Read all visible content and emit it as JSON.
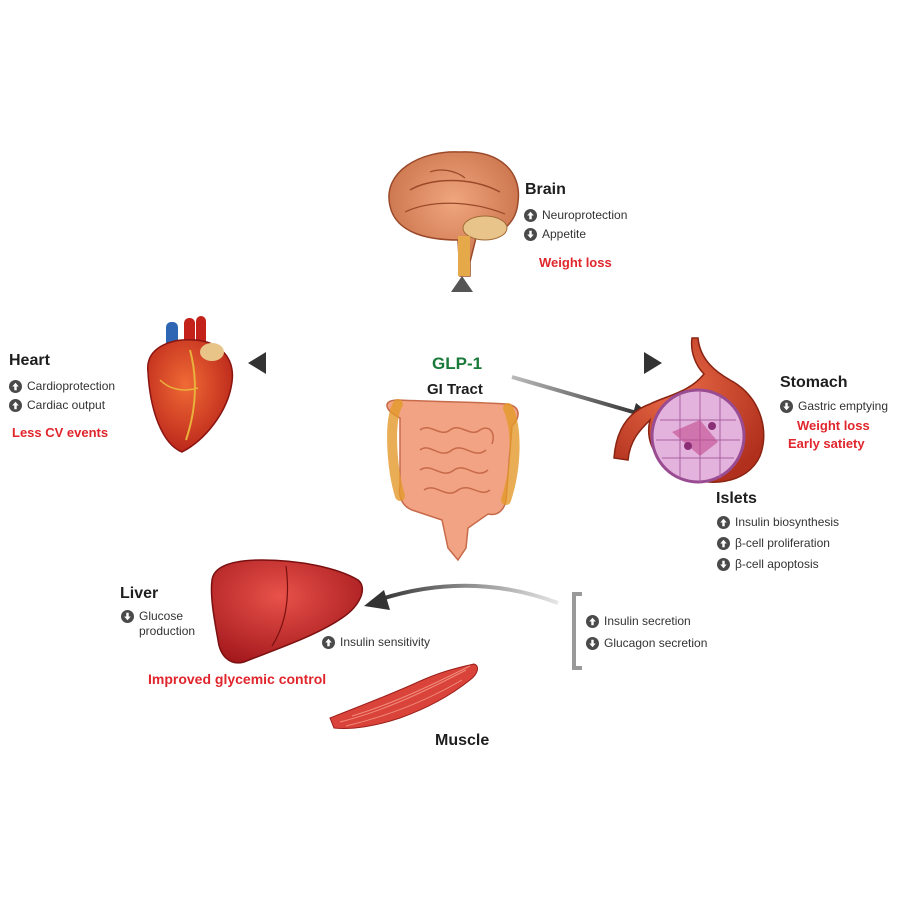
{
  "center": {
    "title": "GLP-1",
    "subtitle": "GI Tract"
  },
  "brain": {
    "name": "Brain",
    "effects": [
      {
        "dir": "up",
        "text": "Neuroprotection"
      },
      {
        "dir": "down",
        "text": "Appetite"
      }
    ],
    "outcome": "Weight loss"
  },
  "heart": {
    "name": "Heart",
    "effects": [
      {
        "dir": "up",
        "text": "Cardioprotection"
      },
      {
        "dir": "up",
        "text": "Cardiac output"
      }
    ],
    "outcome": "Less CV events"
  },
  "stomach": {
    "name": "Stomach",
    "effects": [
      {
        "dir": "down",
        "text": "Gastric emptying"
      }
    ],
    "outcome": [
      "Weight loss",
      "Early satiety"
    ]
  },
  "islets": {
    "name": "Islets",
    "effects": [
      {
        "dir": "up",
        "text": "Insulin biosynthesis"
      },
      {
        "dir": "up",
        "text": "β-cell proliferation"
      },
      {
        "dir": "down",
        "text": "β-cell apoptosis"
      }
    ]
  },
  "pancreas_effects": [
    {
      "dir": "up",
      "text": "Insulin secretion"
    },
    {
      "dir": "down",
      "text": "Glucagon secretion"
    }
  ],
  "liver": {
    "name": "Liver",
    "effects": [
      {
        "dir": "down",
        "text": "Glucose"
      }
    ],
    "effect_line2": "production",
    "outcome": "Improved glycemic control"
  },
  "muscle": {
    "name": "Muscle",
    "effects": [
      {
        "dir": "up",
        "text": "Insulin sensitivity"
      }
    ]
  },
  "colors": {
    "outcome_red": "#e0262c",
    "glp1_green": "#1a7a3a",
    "arrow": "#3a3a3a"
  },
  "icons": {
    "up": "arrow-up-circle-icon",
    "down": "arrow-down-circle-icon"
  }
}
